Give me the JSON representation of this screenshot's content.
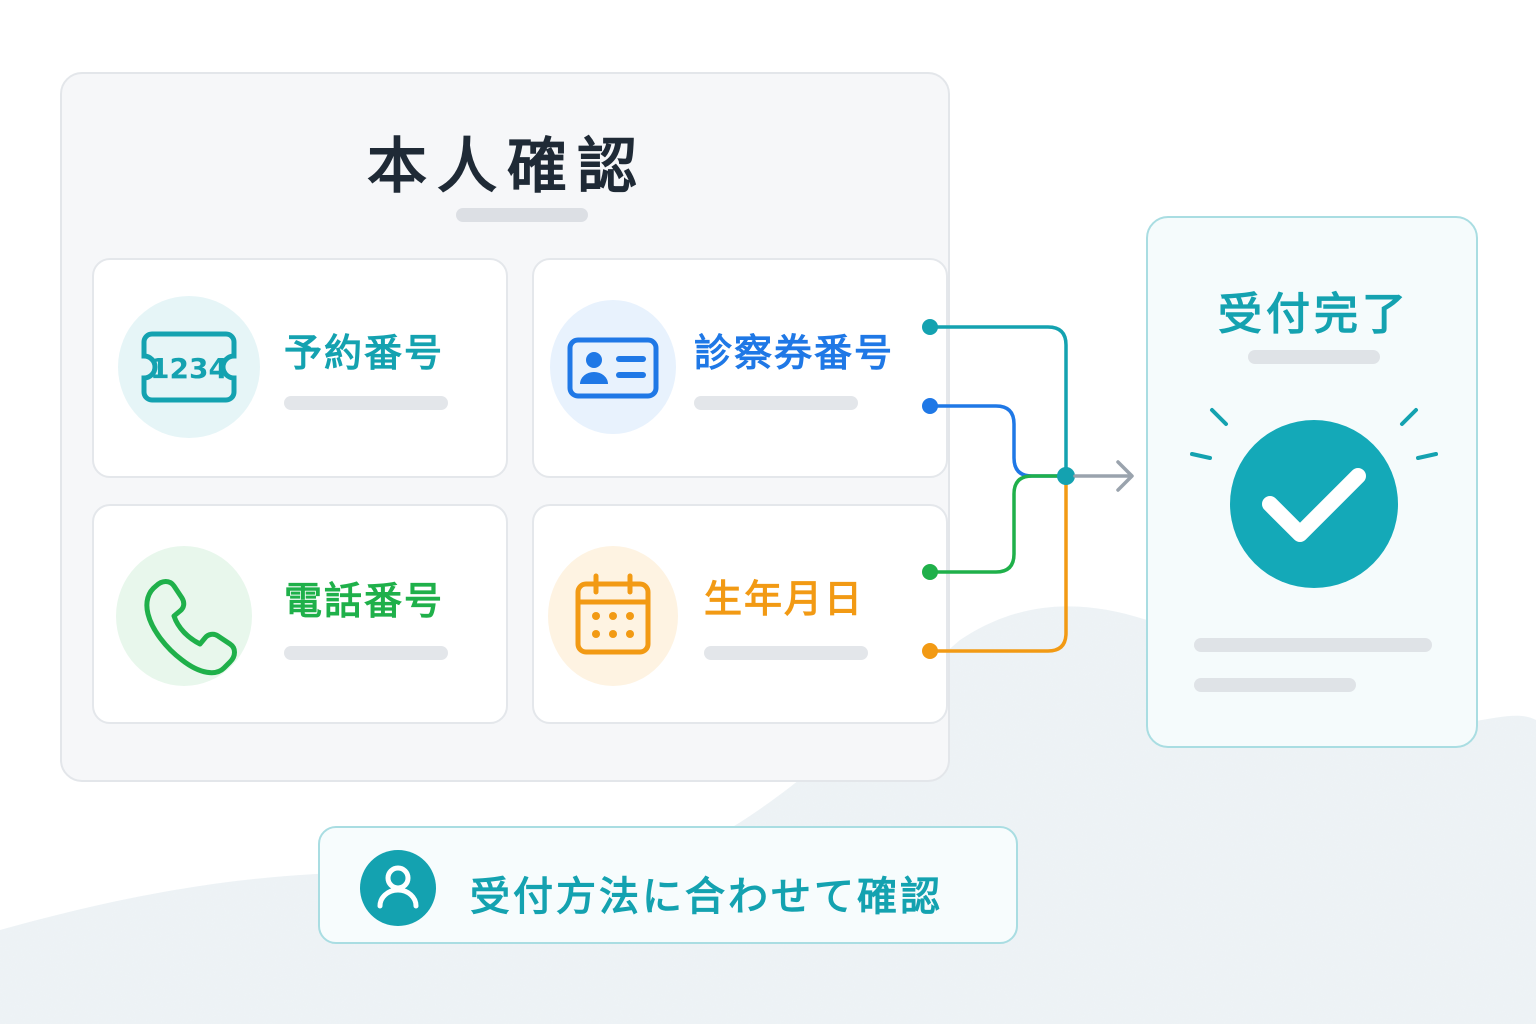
{
  "panel": {
    "title": "本人確認"
  },
  "methods": [
    {
      "label": "予約番号",
      "icon": "ticket-number-icon",
      "icon_text": "1234",
      "color": "#14a2b0"
    },
    {
      "label": "診察券番号",
      "icon": "id-card-icon",
      "color": "#1f78e6"
    },
    {
      "label": "電話番号",
      "icon": "phone-icon",
      "color": "#1fb04a"
    },
    {
      "label": "生年月日",
      "icon": "calendar-icon",
      "color": "#f29a14"
    }
  ],
  "result": {
    "title": "受付完了",
    "icon": "check-circle-icon"
  },
  "footer": {
    "text": "受付方法に合わせて確認",
    "icon": "person-icon"
  },
  "colors": {
    "teal": "#14a2b0",
    "blue": "#1f78e6",
    "green": "#1fb04a",
    "orange": "#f29a14",
    "arrow": "#9aa3ad"
  }
}
